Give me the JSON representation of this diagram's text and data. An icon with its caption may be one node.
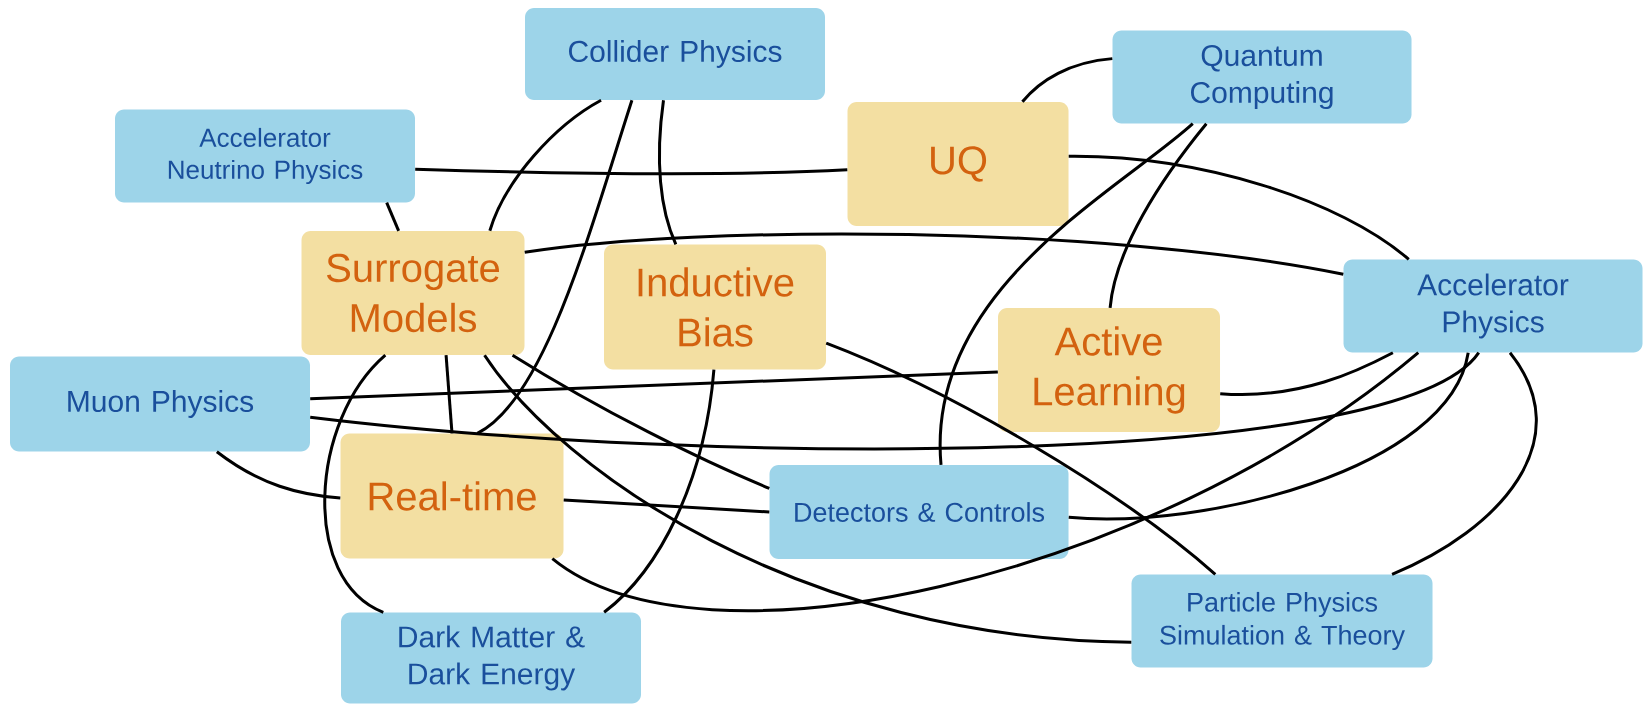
{
  "diagram": {
    "nodes": [
      {
        "text": [
          "Collider Physics"
        ]
      },
      {
        "text": [
          "Quantum Computing"
        ]
      },
      {
        "text": [
          "Accelerator Neutrino Physics"
        ]
      },
      {
        "text": [
          "UQ"
        ]
      },
      {
        "text": [
          "Surrogate Models"
        ]
      },
      {
        "text": [
          "Inductive Bias"
        ]
      },
      {
        "text": [
          "Accelerator Physics"
        ]
      },
      {
        "text": [
          "Active Learning"
        ]
      },
      {
        "text": [
          "Muon Physics"
        ]
      },
      {
        "text": [
          "Real-time"
        ]
      },
      {
        "text": [
          "Detectors & Controls"
        ]
      },
      {
        "text": [
          "Particle Physics Simulation & Theory"
        ]
      },
      {
        "text": [
          "Dark Matter & Dark Energy"
        ]
      }
    ],
    "edges": [
      {
        "from": 0,
        "to": 4,
        "arrow": "none"
      },
      {
        "from": 0,
        "to": 9,
        "arrow": "none"
      },
      {
        "from": 0,
        "to": 5,
        "arrow": "none"
      },
      {
        "from": 2,
        "to": 3,
        "arrow": "none"
      },
      {
        "from": 2,
        "to": 4,
        "arrow": "none"
      },
      {
        "from": 1,
        "to": 3,
        "arrow": "none"
      },
      {
        "from": 1,
        "to": 10,
        "arrow": "none"
      },
      {
        "from": 1,
        "to": 7,
        "arrow": "none"
      },
      {
        "from": 3,
        "to": 6,
        "arrow": "none"
      },
      {
        "from": 4,
        "to": 6,
        "arrow": "none"
      },
      {
        "from": 4,
        "to": 12,
        "arrow": "none"
      },
      {
        "from": 4,
        "to": 9,
        "arrow": "none"
      },
      {
        "from": 4,
        "to": 10,
        "arrow": "none"
      },
      {
        "from": 4,
        "to": 11,
        "arrow": "none"
      },
      {
        "from": 9,
        "to": 6,
        "arrow": "none"
      },
      {
        "from": 5,
        "to": 11,
        "arrow": "none"
      },
      {
        "from": 5,
        "to": 12,
        "arrow": "none"
      },
      {
        "from": 8,
        "to": 7,
        "arrow": "none"
      },
      {
        "from": 8,
        "to": 6,
        "arrow": "none"
      },
      {
        "from": 8,
        "to": 9,
        "arrow": "none"
      },
      {
        "from": 9,
        "to": 10,
        "arrow": "none"
      },
      {
        "from": 10,
        "to": 6,
        "arrow": "none"
      },
      {
        "from": 7,
        "to": 6,
        "arrow": "none"
      },
      {
        "from": 6,
        "to": 11,
        "arrow": "none"
      }
    ]
  }
}
